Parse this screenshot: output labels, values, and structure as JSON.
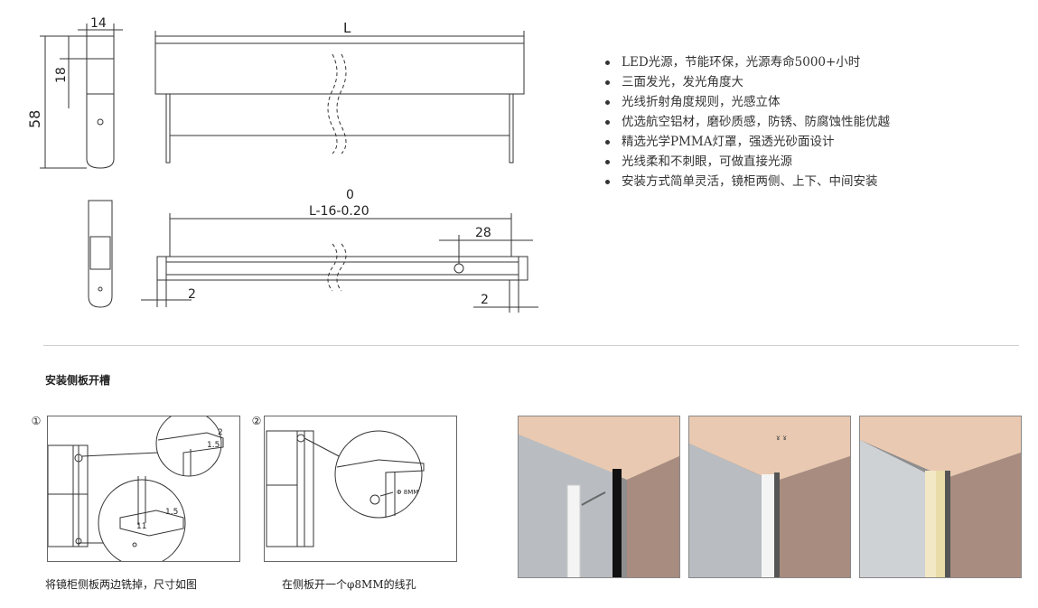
{
  "dimensions": {
    "top_width": "14",
    "top_offset": "18",
    "height": "58",
    "length": "L",
    "zero_label": "0",
    "cut_length": "L-16-0.20",
    "hole_offset": "28",
    "left_margin": "2",
    "right_margin": "2"
  },
  "features": [
    "LED光源，节能环保，光源寿命5000+小时",
    "三面发光，发光角度大",
    "光线折射角度规则，光感立体",
    "优选航空铝材，磨砂质感，防锈、防腐蚀性能优越",
    "精选光学PMMA灯罩，强透光砂面设计",
    "光线柔和不刺眼，可做直接光源",
    "安装方式简单灵活，镜柜两侧、上下、中间安装"
  ],
  "section_title": "安装侧板开槽",
  "step1": {
    "number": "①",
    "caption": "将镜柜侧板两边铣掉，尺寸如图",
    "dim_a": "1.5",
    "dim_b": "2",
    "dim_c": "1.5",
    "dim_d": "11"
  },
  "step2": {
    "number": "②",
    "caption": "在侧板开一个φ8MM的线孔",
    "hole_label": "Φ 8MM"
  },
  "colors": {
    "line": "#333333",
    "wall": "#e9c9b1",
    "wood": "#a98c80",
    "panel": "#9aa0a6",
    "light": "#f3e8c6"
  }
}
